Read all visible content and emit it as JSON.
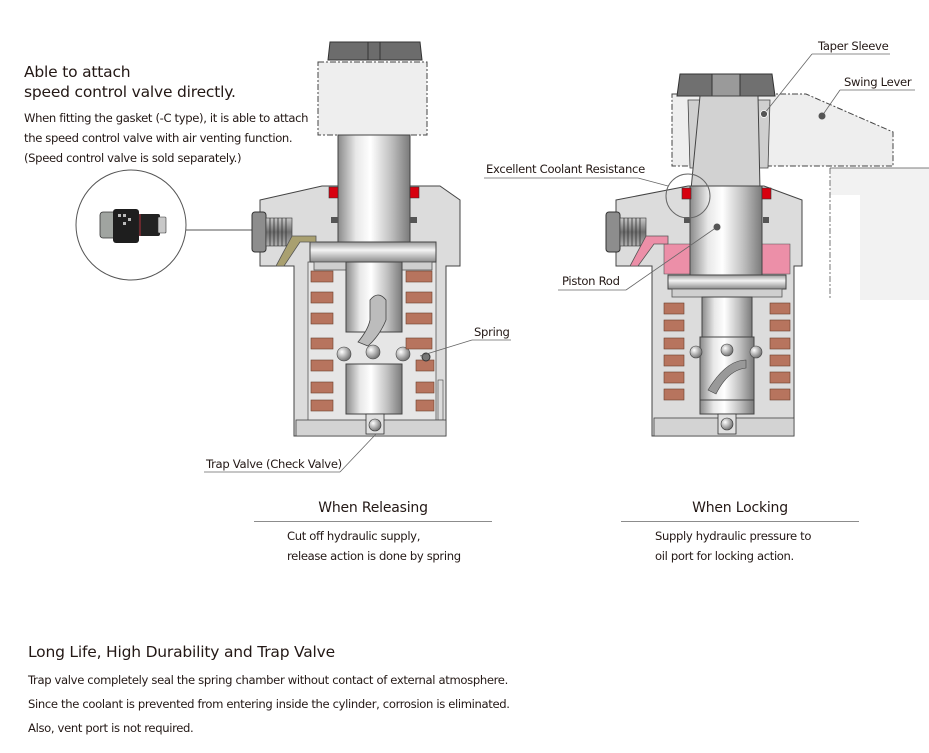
{
  "intro": {
    "title_line1": "Able to attach",
    "title_line2": "speed control valve directly.",
    "body_line1": "When fitting the gasket (-C type), it is able to attach",
    "body_line2": "the speed control valve with air venting function.",
    "body_line3": "(Speed control valve is sold separately.)"
  },
  "left_diagram": {
    "callouts": {
      "spring": "Spring",
      "trap_valve": "Trap Valve (Check Valve)"
    },
    "caption_title": "When Releasing",
    "caption_line1": "Cut off hydraulic supply,",
    "caption_line2": "release action is done by spring"
  },
  "right_diagram": {
    "callouts": {
      "taper_sleeve": "Taper Sleeve",
      "swing_lever": "Swing Lever",
      "coolant": "Excellent Coolant Resistance",
      "piston_rod": "Piston Rod"
    },
    "caption_title": "When Locking",
    "caption_line1": "Supply hydraulic pressure to",
    "caption_line2": "oil port for locking action."
  },
  "bottom": {
    "title": "Long Life, High Durability and Trap Valve",
    "line1": "Trap valve completely seal the spring chamber without contact of external atmosphere.",
    "line2": "Since the coolant is prevented from entering inside the cylinder, corrosion is eliminated.",
    "line3": "Also, vent port is not required."
  },
  "colors": {
    "body_gray": "#d9d9d9",
    "seal_red": "#d7000f",
    "spring_brown": "#b7745e",
    "oil_pink": "#ec8fa8",
    "fitting_olive": "#a9a070",
    "text": "#231815"
  }
}
